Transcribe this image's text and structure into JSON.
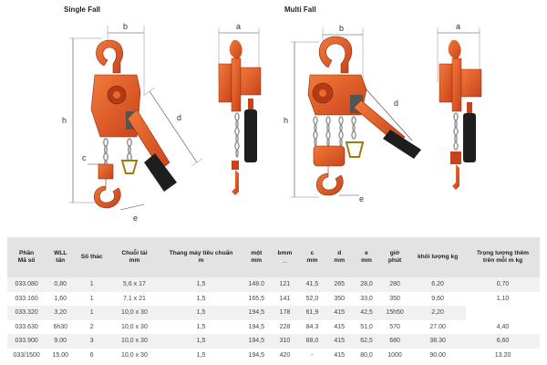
{
  "captions": {
    "single": "Single Fall",
    "multi": "Multi Fall"
  },
  "dim_labels": {
    "a": "a",
    "b": "b",
    "c": "c",
    "d": "d",
    "e": "e",
    "h": "h"
  },
  "table": {
    "headers": [
      [
        "Phần",
        "Mã số"
      ],
      [
        "WLL",
        "tấn"
      ],
      [
        "Số thác"
      ],
      [
        "Chuỗi tải",
        "mm"
      ],
      [
        "Thang máy tiêu chuẩn",
        "m"
      ],
      [
        "một",
        "mm"
      ],
      [
        "bmm",
        "_"
      ],
      [
        "c",
        "mm"
      ],
      [
        "d",
        "mm"
      ],
      [
        "e",
        "mm"
      ],
      [
        "giờ",
        "phút"
      ],
      [
        "khối lượng kg"
      ],
      [
        "Trọng lượng thêm",
        "trên mỗi m kg"
      ]
    ],
    "rows": [
      [
        "033.080",
        "0,80",
        "1",
        "5,6 x 17",
        "1,5",
        "148.0",
        "121",
        "41,5",
        "265",
        "28,0",
        "280",
        "6.20",
        "0,70"
      ],
      [
        "033.160",
        "1,60",
        "1",
        "7,1 x 21",
        "1,5",
        "165,5",
        "141",
        "52,0",
        "350",
        "33,0",
        "350",
        "9,60",
        "1.10"
      ],
      [
        "033.320",
        "3,20",
        "1",
        "10,0 x 30",
        "1,5",
        "194,5",
        "178",
        "61,9",
        "415",
        "42,5",
        "15h50",
        "2,20"
      ],
      [
        "033.630",
        "6h30",
        "2",
        "10,0 x 30",
        "1,5",
        "194,5",
        "228",
        "84.3",
        "415",
        "51,0",
        "570",
        "27.00",
        "4,40"
      ],
      [
        "033.900",
        "9.00",
        "3",
        "10,0 x 30",
        "1,5",
        "194,5",
        "310",
        "88,0",
        "415",
        "62,5",
        "680",
        "38.30",
        "6,60"
      ],
      [
        "033/1500",
        "15.00",
        "6",
        "10,0 x 30",
        "1,5",
        "194,5",
        "420",
        "-",
        "415",
        "80,0",
        "1000",
        "90.00",
        "13.20"
      ]
    ]
  }
}
